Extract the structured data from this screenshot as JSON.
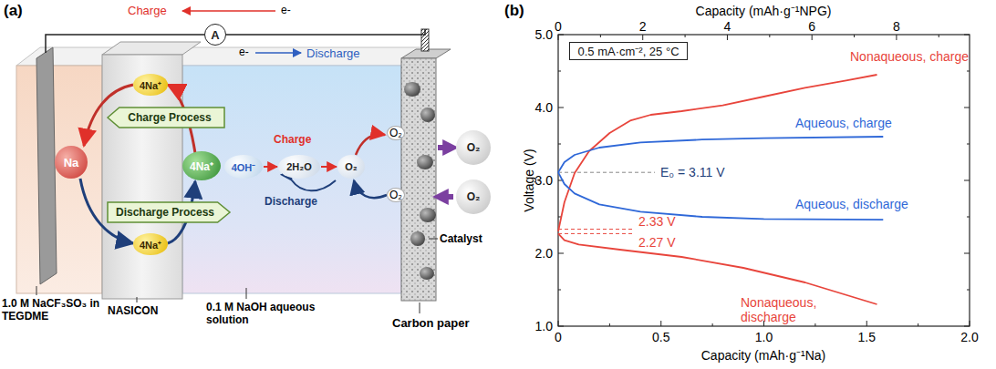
{
  "diagram": {
    "nodes": [
      {
        "text": [
          "A"
        ]
      },
      {
        "text": [
          "Charge Process"
        ]
      },
      {
        "text": [
          "Na"
        ]
      },
      {
        "text": [
          "4Na⁺"
        ]
      },
      {
        "text": [
          "4Na⁺"
        ]
      },
      {
        "text": [
          "4OH⁻"
        ]
      },
      {
        "text": [
          "2H₂O"
        ]
      },
      {
        "text": [
          "O₂"
        ]
      },
      {
        "text": [
          "O₂"
        ]
      },
      {
        "text": [
          "O₂"
        ]
      },
      {
        "text": [
          "Discharge Process"
        ]
      },
      {
        "text": [
          "4Na⁺"
        ]
      },
      {
        "text": [
          "0.5 mA·cm⁻², 25 °C"
        ]
      }
    ],
    "edges": [
      {
        "from": 5,
        "to": 6,
        "arrow": "to"
      },
      {
        "from": 6,
        "to": 7,
        "arrow": "to"
      }
    ],
    "labels": [
      "(a)",
      "Charge",
      "e-",
      "e-",
      "Discharge",
      "Charge",
      "Discharge",
      "O₂",
      "O₂",
      "Catalyst",
      "1.0 M NaCF₃SO₃ in TEGDME",
      "NASICON",
      "0.1 M NaOH aqueous solution",
      "Carbon paper",
      "(b)",
      "Capacity (mAh·g⁻¹NPG)",
      "Capacity (mAh·g⁻¹Na)",
      "Voltage (V)",
      "1.0",
      "2.0",
      "3.0",
      "4.0",
      "5.0",
      "0",
      "0.5",
      "1.0",
      "1.5",
      "2.0",
      "0",
      "2",
      "4",
      "6",
      "8",
      "Nonaqueous, charge",
      "Aqueous, charge",
      "E₀ = 3.11 V",
      "Aqueous, discharge",
      "2.33 V",
      "2.27 V",
      "Nonaqueous, discharge"
    ]
  }
}
